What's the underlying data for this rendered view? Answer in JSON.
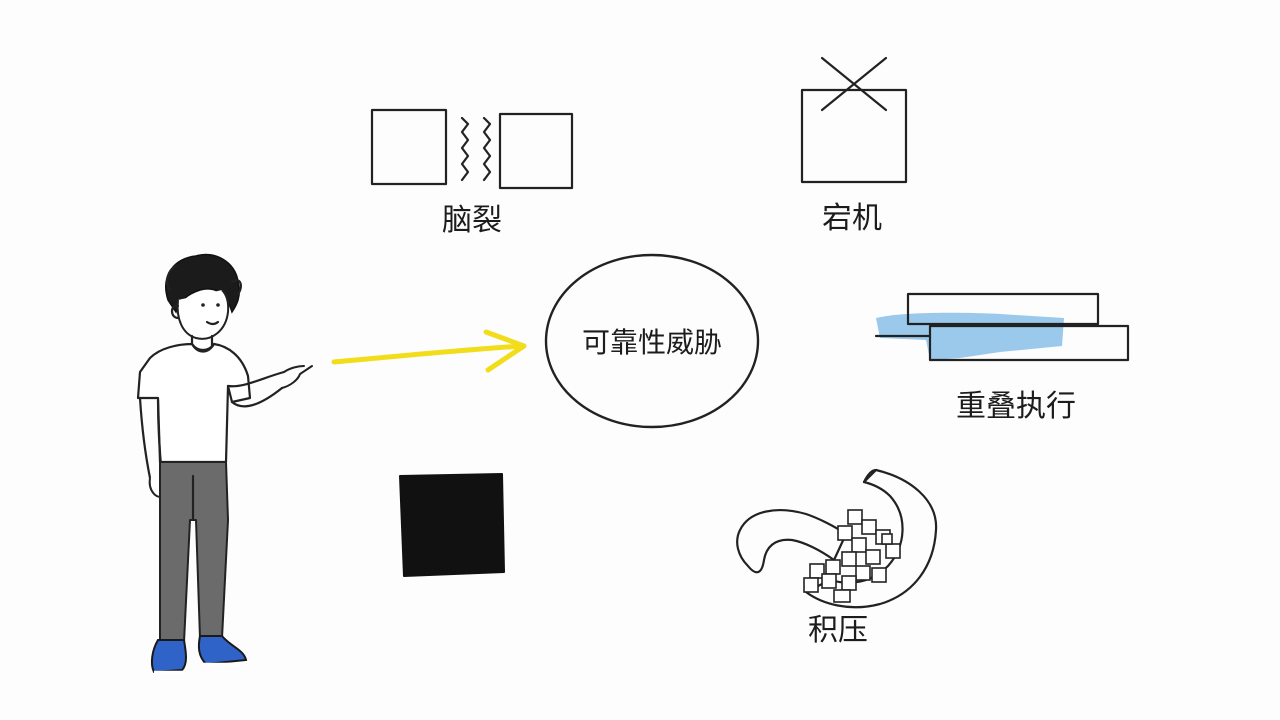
{
  "center": {
    "label": "可靠性威胁"
  },
  "threats": [
    {
      "id": "split-brain",
      "label": "脑裂"
    },
    {
      "id": "crash",
      "label": "宕机"
    },
    {
      "id": "overlapping-execution",
      "label": "重叠执行"
    },
    {
      "id": "backlog",
      "label": "积压"
    },
    {
      "id": "black-square",
      "label": ""
    }
  ],
  "colors": {
    "arrow": "#f2dd1a",
    "highlight": "#8fc3ea",
    "ink": "#222222",
    "shoes": "#2f63c7",
    "pants": "#6b6b6b"
  },
  "icons": {
    "presenter": "person-pointing-icon",
    "pointer_arrow": "arrow-right-icon"
  }
}
